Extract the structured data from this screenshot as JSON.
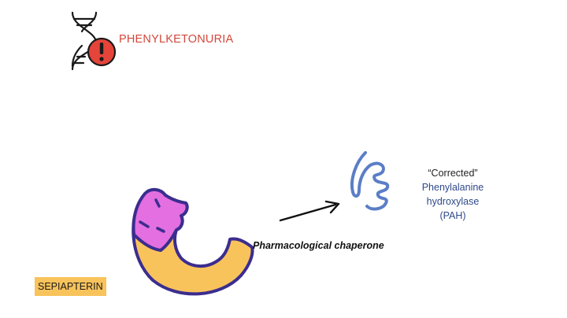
{
  "title": "PHENYLKETONURIA",
  "chaperone_label": "Pharmacological chaperone",
  "pah": {
    "corrected": "“Corrected”",
    "name": "Phenylalanine hydroxylase",
    "abbr": "(PAH)"
  },
  "drug_label": "SEPIAPTERIN",
  "icons": {
    "title_icon": "dna-warning-icon",
    "protein_icon": "protein-coil-icon",
    "chaperone_icon": "bitten-donut-chaperone-icon",
    "arrow_icon": "arrow-right-icon"
  },
  "colors": {
    "title": "#d2473a",
    "warning_badge": "#e5443a",
    "protein_coil": "#5b7ec6",
    "chaperone_fill": "#f9c35c",
    "chaperone_top": "#e36fe0",
    "outline": "#3b2d8f",
    "sepiapterin_bg": "#f9c35c"
  }
}
